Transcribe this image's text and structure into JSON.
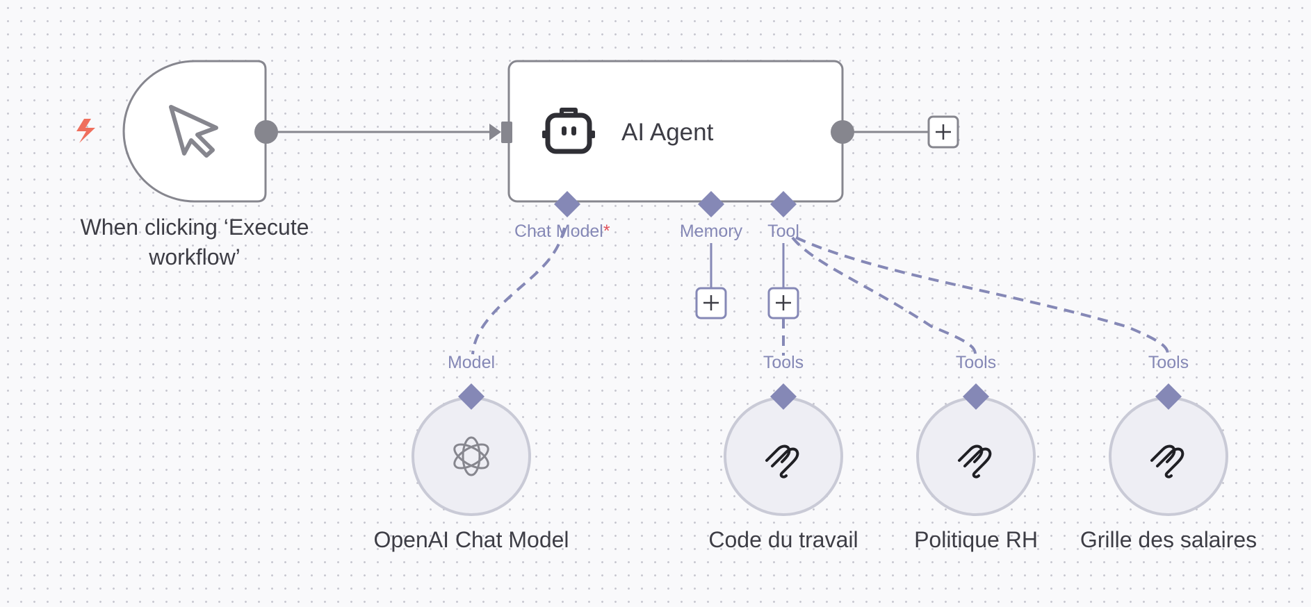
{
  "nodes": {
    "trigger": {
      "label": "When clicking ‘Execute workflow’",
      "icon": "cursor-arrow-icon",
      "badge_icon": "lightning-icon"
    },
    "agent": {
      "title": "AI Agent",
      "icon": "robot-icon"
    },
    "openai": {
      "label": "OpenAI Chat Model",
      "icon": "openai-logo-icon"
    },
    "tool1": {
      "label": "Code du travail",
      "icon": "vector-store-icon"
    },
    "tool2": {
      "label": "Politique RH",
      "icon": "vector-store-icon"
    },
    "tool3": {
      "label": "Grille des salaires",
      "icon": "vector-store-icon"
    }
  },
  "connectors": {
    "chat_model": "Chat Model",
    "required_mark": "*",
    "memory": "Memory",
    "tool": "Tool",
    "model": "Model",
    "tools": "Tools"
  },
  "colors": {
    "node_border": "#86868e",
    "sub_node_fill": "#eeeef4",
    "sub_node_border": "#c9cad6",
    "connector": "#8588b6",
    "trigger_badge": "#ef6f5d",
    "text": "#3d3d45"
  }
}
